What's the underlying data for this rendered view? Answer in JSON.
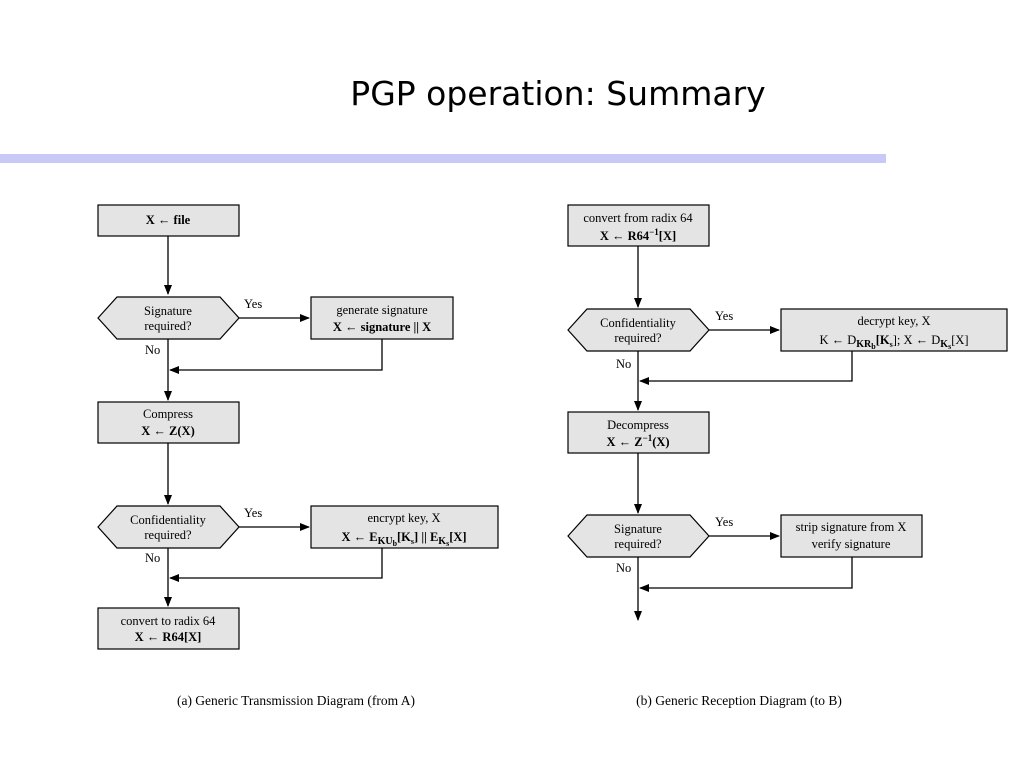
{
  "slide": {
    "title": "PGP operation: Summary",
    "accent_color": "#c9c9f7"
  },
  "transmission": {
    "caption": "(a) Generic Transmission Diagram (from A)",
    "file_box": "X ← file",
    "sig_decision": [
      "Signature",
      "required?"
    ],
    "sig_yes": "Yes",
    "sig_no": "No",
    "sig_action": [
      "generate signature",
      "X ← signature || X"
    ],
    "compress_box": [
      "Compress",
      "X ← Z(X)"
    ],
    "conf_decision": [
      "Confidentiality",
      "required?"
    ],
    "conf_yes": "Yes",
    "conf_no": "No",
    "conf_action": [
      "encrypt key, X",
      "X ← E",
      "KU",
      "b",
      "[K",
      "s",
      "] || E",
      "K",
      "s",
      "[X]"
    ],
    "radix_box": [
      "convert to radix 64",
      "X ← R64[X]"
    ]
  },
  "reception": {
    "caption": "(b) Generic Reception Diagram (to B)",
    "radix_box": [
      "convert from radix 64",
      "X ← R64",
      "−1",
      "[X]"
    ],
    "conf_decision": [
      "Confidentiality",
      "required?"
    ],
    "conf_yes": "Yes",
    "conf_no": "No",
    "conf_action": [
      "decrypt key, X",
      "K ← D",
      "KR",
      "b",
      "[K",
      "s",
      "]; X ← D",
      "K",
      "s",
      "[X]"
    ],
    "decompress_box": [
      "Decompress",
      "X ← Z",
      "−1",
      "(X)"
    ],
    "sig_decision": [
      "Signature",
      "required?"
    ],
    "sig_yes": "Yes",
    "sig_no": "No",
    "sig_action": [
      "strip signature from X",
      "verify signature"
    ]
  }
}
